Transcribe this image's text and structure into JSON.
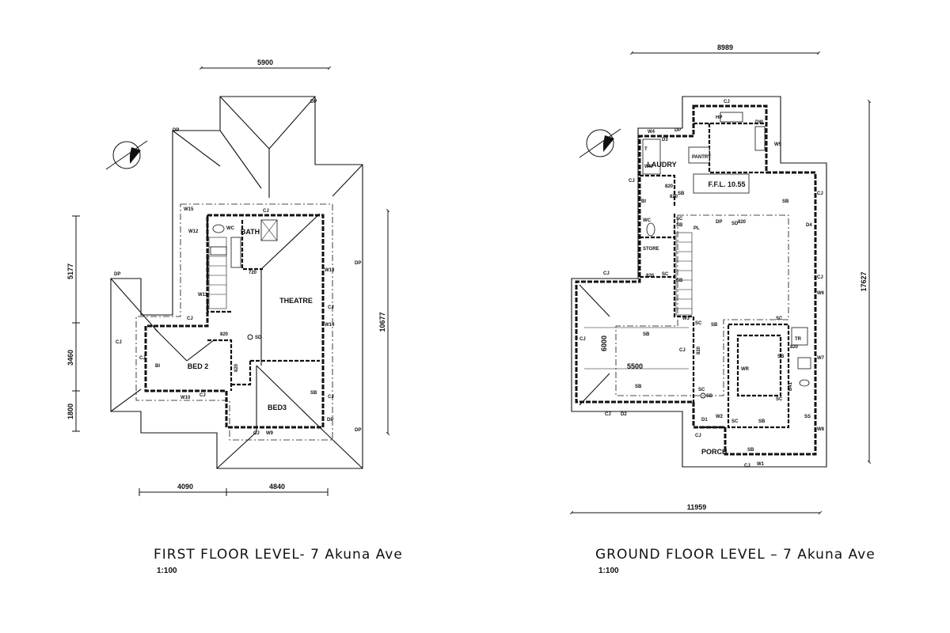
{
  "first_floor": {
    "title": "FIRST FLOOR LEVEL- 7 Akuna Ave",
    "scale": "1:100",
    "dims": {
      "top": "5900",
      "left_upper": "5177",
      "left_mid": "3460",
      "left_lower": "1800",
      "right": "10677",
      "bottom_left": "4090",
      "bottom_right": "4840"
    },
    "rooms": {
      "bath": "BATH",
      "theatre": "THEATRE",
      "bed2": "BED 2",
      "bed3": "BED3"
    },
    "tags": {
      "dp1": "DP",
      "dp2": "DP",
      "dp3": "DP",
      "dp4": "DP",
      "dp5": "DP",
      "dp6": "DP",
      "cj1": "CJ",
      "cj2": "CJ",
      "cj3": "CJ",
      "cj4": "CJ",
      "cj5": "CJ",
      "cj6": "CJ",
      "cj7": "CJ",
      "cj8": "CJ",
      "w9": "W9",
      "w10": "W10",
      "w11": "W11",
      "w12": "W12",
      "w13": "W13",
      "w14": "W14",
      "w15": "W15",
      "d820a": "820",
      "d820b": "820",
      "d720": "720",
      "sd": "SD",
      "bi": "BI",
      "wc": "WC",
      "sb": "SB"
    }
  },
  "ground_floor": {
    "title": "GROUND FLOOR LEVEL – 7 Akuna Ave",
    "scale": "1:100",
    "dims": {
      "top": "8989",
      "right": "17627",
      "bottom": "11959",
      "garage_w": "5500",
      "garage_d": "6000"
    },
    "rooms": {
      "laundry": "LAUDRY",
      "ffl": "F.F.L. 10.55",
      "pantry": "PANTRY",
      "store": "STORE",
      "porch": "PORCH"
    },
    "tags": {
      "cj1": "CJ",
      "cj2": "CJ",
      "cj3": "CJ",
      "cj4": "CJ",
      "cj5": "CJ",
      "cj6": "CJ",
      "cj7": "CJ",
      "cj8": "CJ",
      "cj9": "CJ",
      "cj10": "CJ",
      "dp": "DP",
      "d1": "D1",
      "d2": "D2",
      "d3": "D3",
      "d4": "D4",
      "w1": "W1",
      "w2": "W2",
      "w3": "W3",
      "w4": "W4",
      "w5": "W5",
      "w6": "W6",
      "w7": "W7",
      "w8": "W8",
      "sb1": "SB",
      "sb2": "SB",
      "sb3": "SB",
      "sb4": "SB",
      "sb5": "SB",
      "sb6": "SB",
      "sb7": "SB",
      "sb8": "SB",
      "sb9": "SB",
      "sb10": "SB",
      "sc1": "SC",
      "sc2": "SC",
      "sc3": "SC",
      "sc4": "SC",
      "sc5": "SC",
      "sc6": "SC",
      "sc7": "SC",
      "sd1": "SD",
      "sd2": "SD",
      "d820a": "820",
      "d820b": "820",
      "d820c": "820",
      "d820d": "820",
      "d820e": "820",
      "d820f": "820",
      "ss": "SS",
      "bi": "BI",
      "wr": "WR",
      "wc": "WC",
      "hp": "HP",
      "dw": "DW",
      "t": "T",
      "wm": "WM",
      "tr": "TR",
      "b41": "B41",
      "pl": "PL",
      "dp2": "DP"
    }
  }
}
